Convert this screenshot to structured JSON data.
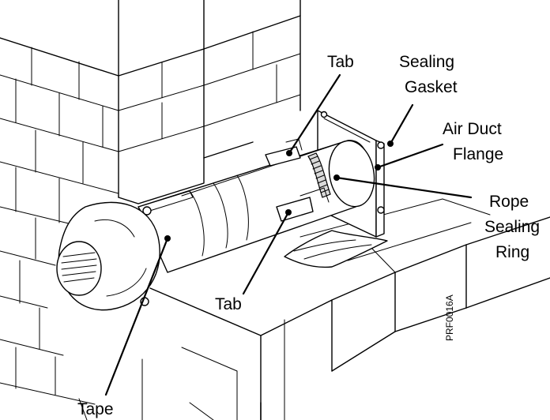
{
  "labels": {
    "tab_top": "Tab",
    "sealing_gasket_1": "Sealing",
    "sealing_gasket_2": "Gasket",
    "air_duct_flange_1": "Air Duct",
    "air_duct_flange_2": "Flange",
    "rope_sealing_ring_1": "Rope",
    "rope_sealing_ring_2": "Sealing",
    "rope_sealing_ring_3": "Ring",
    "tab_bottom": "Tab",
    "tape": "Tape"
  },
  "figure_code": "PRF0016A"
}
